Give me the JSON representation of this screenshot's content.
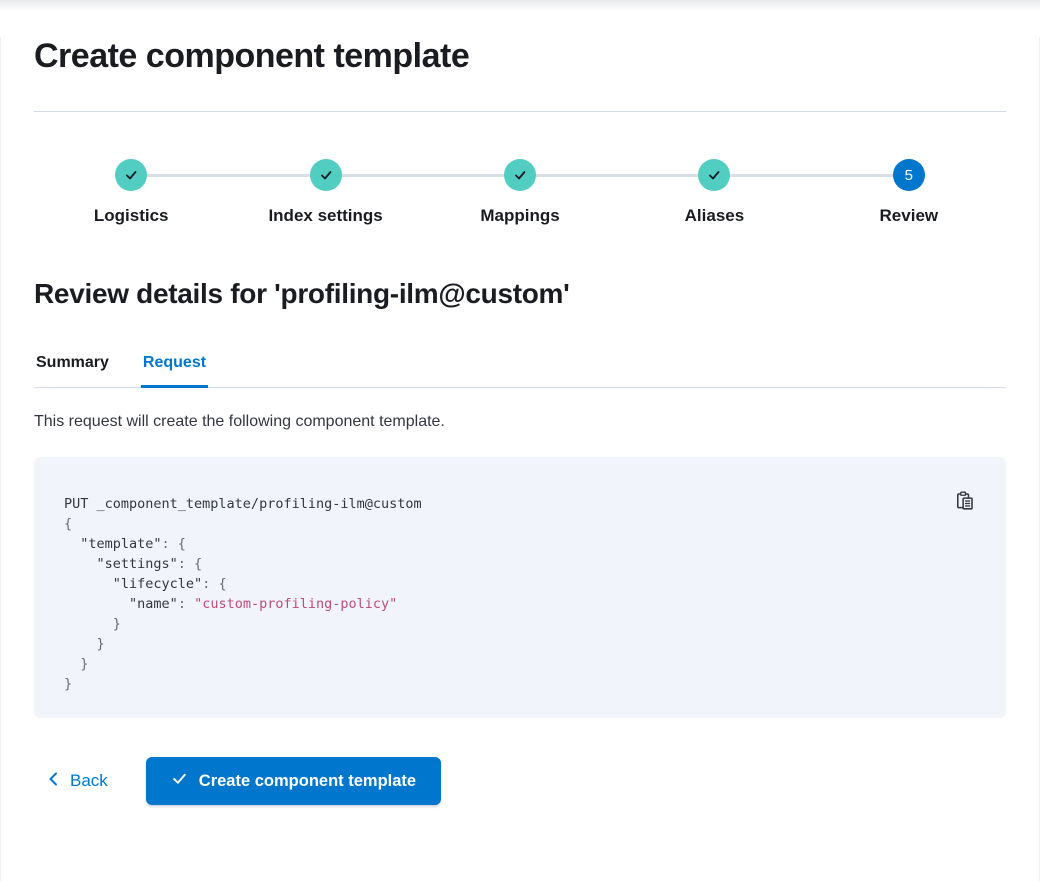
{
  "window": {
    "title": "Create component template"
  },
  "steps": [
    {
      "label": "Logistics",
      "state": "complete"
    },
    {
      "label": "Index settings",
      "state": "complete"
    },
    {
      "label": "Mappings",
      "state": "complete"
    },
    {
      "label": "Aliases",
      "state": "complete"
    },
    {
      "label": "Review",
      "state": "current",
      "number": "5"
    }
  ],
  "review": {
    "heading": "Review details for 'profiling-ilm@custom'",
    "tabs": [
      {
        "label": "Summary",
        "active": false
      },
      {
        "label": "Request",
        "active": true
      }
    ],
    "description": "This request will create the following component template."
  },
  "request_preview": {
    "copy_icon": "copy-clipboard-icon",
    "code_lines": [
      [
        {
          "t": "PUT _component_template/profiling-ilm@custom",
          "c": "plain"
        }
      ],
      [
        {
          "t": "{",
          "c": "punct"
        }
      ],
      [
        {
          "t": "  ",
          "c": "plain"
        },
        {
          "t": "\"template\"",
          "c": "key"
        },
        {
          "t": ": {",
          "c": "punct"
        }
      ],
      [
        {
          "t": "    ",
          "c": "plain"
        },
        {
          "t": "\"settings\"",
          "c": "key"
        },
        {
          "t": ": {",
          "c": "punct"
        }
      ],
      [
        {
          "t": "      ",
          "c": "plain"
        },
        {
          "t": "\"lifecycle\"",
          "c": "key"
        },
        {
          "t": ": {",
          "c": "punct"
        }
      ],
      [
        {
          "t": "        ",
          "c": "plain"
        },
        {
          "t": "\"name\"",
          "c": "key"
        },
        {
          "t": ": ",
          "c": "punct"
        },
        {
          "t": "\"custom-profiling-policy\"",
          "c": "string"
        }
      ],
      [
        {
          "t": "      }",
          "c": "punct"
        }
      ],
      [
        {
          "t": "    }",
          "c": "punct"
        }
      ],
      [
        {
          "t": "  }",
          "c": "punct"
        }
      ],
      [
        {
          "t": "}",
          "c": "punct"
        }
      ]
    ]
  },
  "footer": {
    "back_label": "Back",
    "submit_label": "Create component template"
  },
  "colors": {
    "primary": "#0077cc",
    "step_complete": "#52cdc2",
    "heading": "#1a1c21",
    "text": "#343741",
    "divider": "#d3dae6",
    "code_background": "#f1f4fa",
    "code_punctuation": "#646a79",
    "code_string": "#bd4c7d"
  }
}
